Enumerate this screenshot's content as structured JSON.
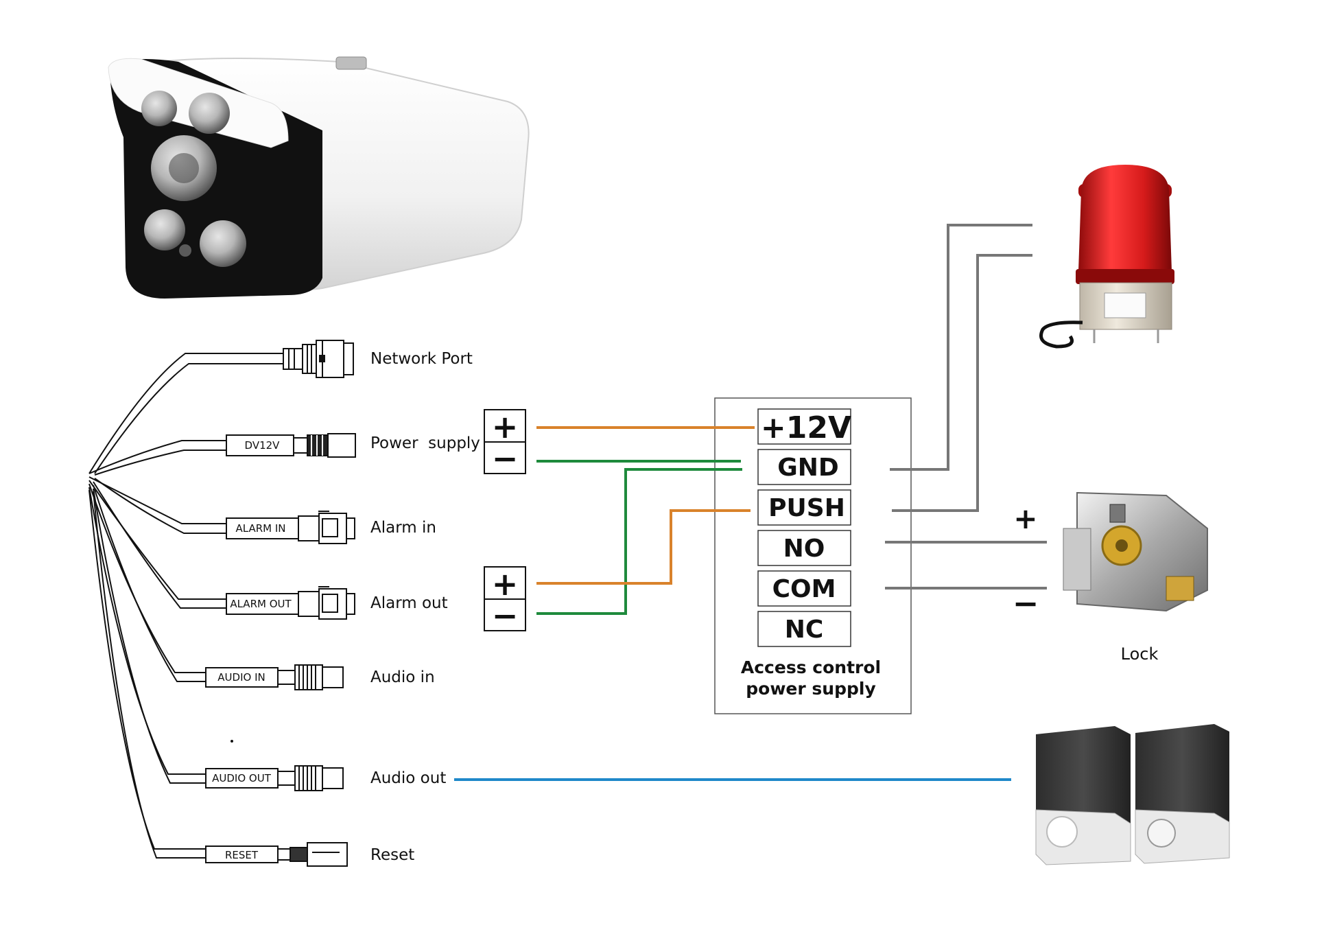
{
  "camera_ports": [
    {
      "label": "Network Port",
      "cable_label": ""
    },
    {
      "label": "Power  supply",
      "cable_label": "DV12V"
    },
    {
      "label": "Alarm in",
      "cable_label": "ALARM IN"
    },
    {
      "label": "Alarm out",
      "cable_label": "ALARM OUT"
    },
    {
      "label": "Audio in",
      "cable_label": "AUDIO IN"
    },
    {
      "label": "Audio out",
      "cable_label": "AUDIO OUT"
    },
    {
      "label": "Reset",
      "cable_label": "RESET"
    }
  ],
  "power_terminals": {
    "plus": "+",
    "minus": "−"
  },
  "alarm_terminals": {
    "plus": "+",
    "minus": "−"
  },
  "access_control": {
    "terminals": [
      "+12V",
      "GND",
      "PUSH",
      "NO",
      "COM",
      "NC"
    ],
    "title_line1": "Access control",
    "title_line2": "power supply"
  },
  "lock": {
    "label": "Lock",
    "plus": "+",
    "minus": "−"
  },
  "colors": {
    "orange_wire": "#d9822b",
    "green_wire": "#1e8a3c",
    "gray_wire": "#777777",
    "blue_wire": "#1f88c9",
    "alarm_red": "#d61b1b"
  },
  "icons": [
    "bullet-camera",
    "rotating-warning-light",
    "electric-lock",
    "speakers"
  ]
}
